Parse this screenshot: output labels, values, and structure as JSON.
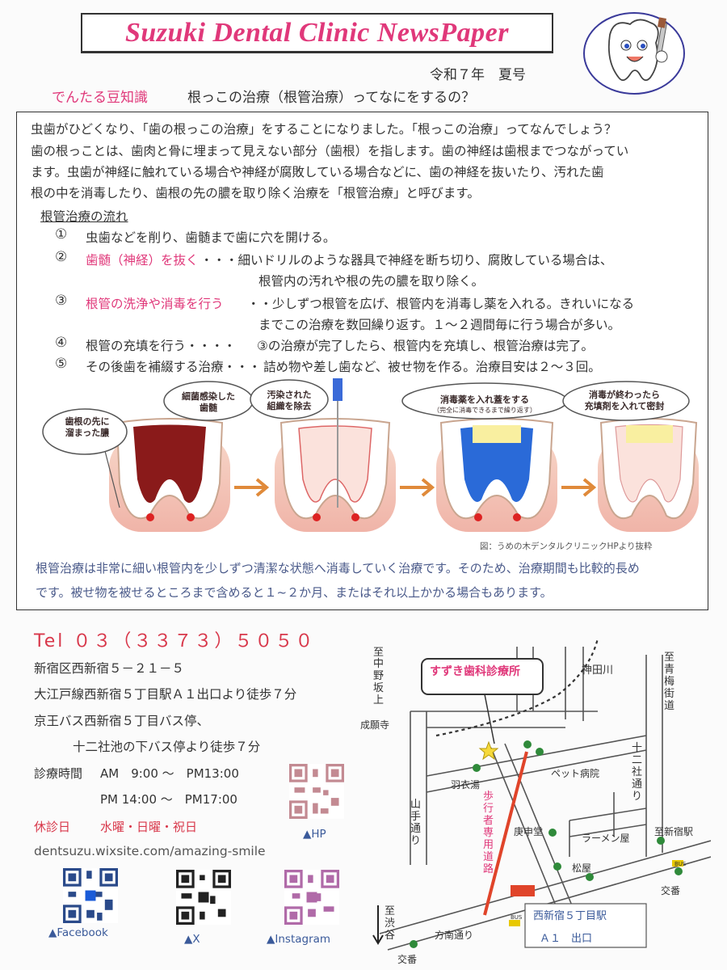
{
  "header": {
    "title": "Suzuki Dental Clinic NewsPaper",
    "issue": "令和７年　夏号",
    "trivia_label": "でんたる豆知識",
    "trivia_title": "根っこの治療（根管治療）ってなにをするの？"
  },
  "article": {
    "intro": [
      "虫歯がひどくなり、「歯の根っこの治療」をすることになりました。「根っこの治療」ってなんでしょう？",
      "歯の根っことは、歯肉と骨に埋まって見えない部分（歯根）を指します。歯の神経は歯根までつながってい",
      "ます。虫歯が神経に触れている場合や神経が腐敗している場合などに、歯の神経を抜いたり、汚れた歯",
      "根の中を消毒したり、歯根の先の膿を取り除く治療を「根管治療」と呼びます。"
    ],
    "flow_title": "根管治療の流れ",
    "steps": [
      {
        "num": "①",
        "head": "虫歯などを削り、歯髄まで歯に穴を開ける。",
        "body": "",
        "cont": ""
      },
      {
        "num": "②",
        "head": "歯髄（神経）を抜く",
        "body": "・・・細いドリルのような器具で神経を断ち切り、腐敗している場合は、",
        "cont": "根管内の汚れや根の先の膿を取り除く。"
      },
      {
        "num": "③",
        "head": "根管の洗浄や消毒を行う",
        "body": "・・少しずつ根管を広げ、根管内を消毒し薬を入れる。きれいになる",
        "cont": "までこの治療を数回繰り返す。１～２週間毎に行う場合が多い。"
      },
      {
        "num": "④",
        "head": "根管の充填を行う・・・・",
        "body": "③の治療が完了したら、根管内を充填し、根管治療は完了。",
        "cont": ""
      },
      {
        "num": "⑤",
        "head": "その後歯を補綴する治療・・・",
        "body": "詰め物や差し歯など、被せ物を作る。治療目安は２～３回。",
        "cont": ""
      }
    ],
    "diagram": {
      "bubble1": "歯根の先に\n溜まった膿",
      "bubble2": "細菌感染した\n歯髄",
      "bubble3": "汚染された\n組織を除去",
      "bubble4": "消毒薬を入れ蓋をする",
      "bubble4_sub": "（完全に消毒できるまで繰り返す）",
      "bubble5": "消毒が終わったら\n充填剤を入れて密封"
    },
    "source": "図：うめの木デンタルクリニックHPより抜粋",
    "outro": [
      "根管治療は非常に細い根管内を少しずつ清潔な状態へ消毒していく治療です。そのため、治療期間も比較的長め",
      "です。被せ物を被せるところまで含めると１~２か月、またはそれ以上かかる場合もあります。"
    ]
  },
  "contact": {
    "tel": "Tel ０３（３３７３）５０５０",
    "address": "新宿区西新宿５－２１－５",
    "access1": "大江戸線西新宿５丁目駅Ａ１出口より徒歩７分",
    "access2": "京王バス西新宿５丁目バス停、",
    "access3": "十二社池の下バス停より徒歩７分",
    "hours_label": "診療時間",
    "hours_am": "AM　9:00 ～　PM13:00",
    "hours_pm": "PM 14:00 ～　PM17:00",
    "holiday_label": "休診日",
    "holiday": "水曜・日曜・祝日",
    "website": "dentsuzu.wixsite.com/amazing-smile",
    "qr_hp": "▲HP",
    "qr_facebook": "▲Facebook",
    "qr_x": "▲X",
    "qr_instagram": "▲Instagram"
  },
  "map": {
    "clinic": "すずき歯科診療所",
    "kanda": "神田川",
    "nakano1": "至",
    "nakano2": "中野坂上",
    "ome": "至青梅街道",
    "jyounen": "成願寺",
    "hagoromo": "羽衣湯",
    "pet": "ペット病院",
    "juniso": "十二社通り",
    "yamate": "山手通り",
    "hokosha": "歩行者専用道路",
    "koshindo": "庚申堂",
    "ramen": "ラーメン屋",
    "shinjuku": "至新宿駅",
    "matsuya": "松屋",
    "koban1": "交番",
    "koban2": "交番",
    "shibuya": "至渋谷",
    "honan": "方南通り",
    "station": "西新宿５丁目駅",
    "exit": "Ａ１　出口",
    "bus": "BUS"
  },
  "colors": {
    "accent": "#e0387a",
    "red": "#d8374a",
    "blue_text": "#4a5a8a",
    "route": "#e0442a"
  }
}
